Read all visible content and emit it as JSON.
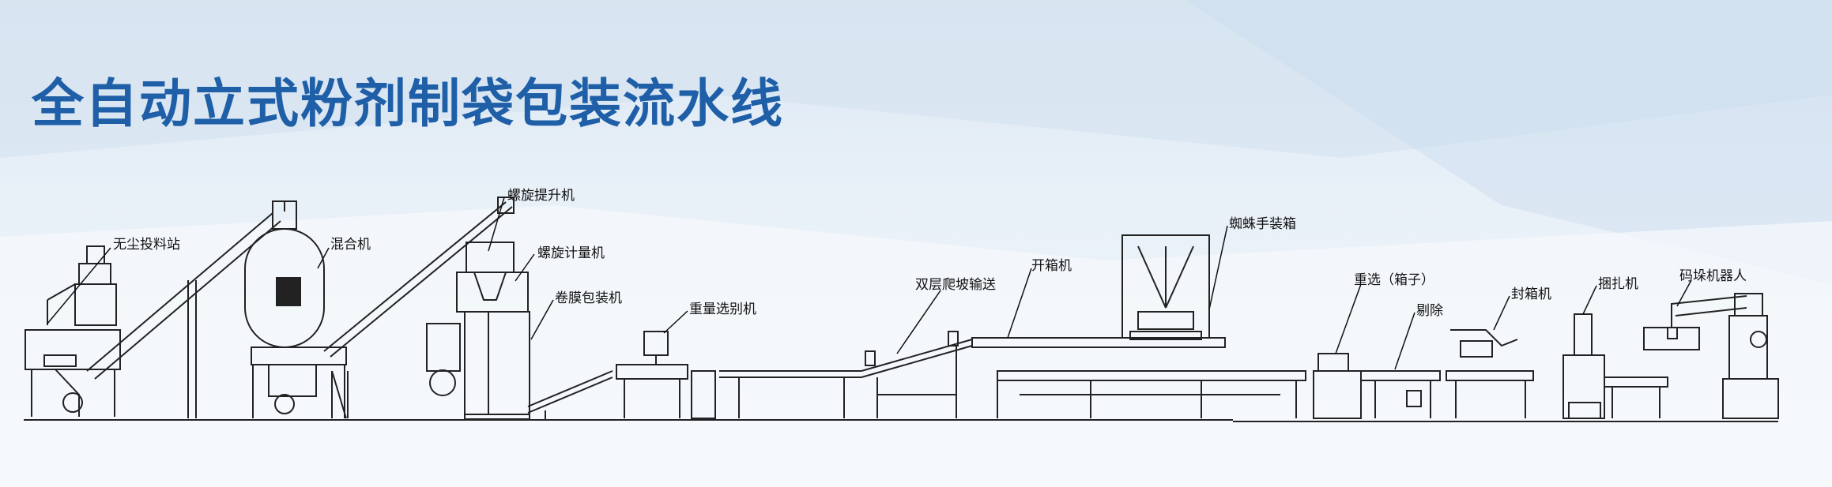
{
  "title": "全自动立式粉剂制袋包装流水线",
  "colors": {
    "title": "#1f5fa8",
    "line": "#222222",
    "background": "#e4eef7"
  },
  "labels": {
    "dust_free_station": "无尘投料站",
    "mixer": "混合机",
    "screw_elevator": "螺旋提升机",
    "screw_metering": "螺旋计量机",
    "roll_film_packer": "卷膜包装机",
    "weight_sorter": "重量选别机",
    "double_climb_conveyor": "双层爬坡输送",
    "box_opener": "开箱机",
    "spider_packer": "蜘蛛手装箱",
    "reweigh_box": "重选（箱子）",
    "reject": "剔除",
    "box_sealer": "封箱机",
    "strapping_machine": "捆扎机",
    "palletizing_robot": "码垛机器人"
  }
}
